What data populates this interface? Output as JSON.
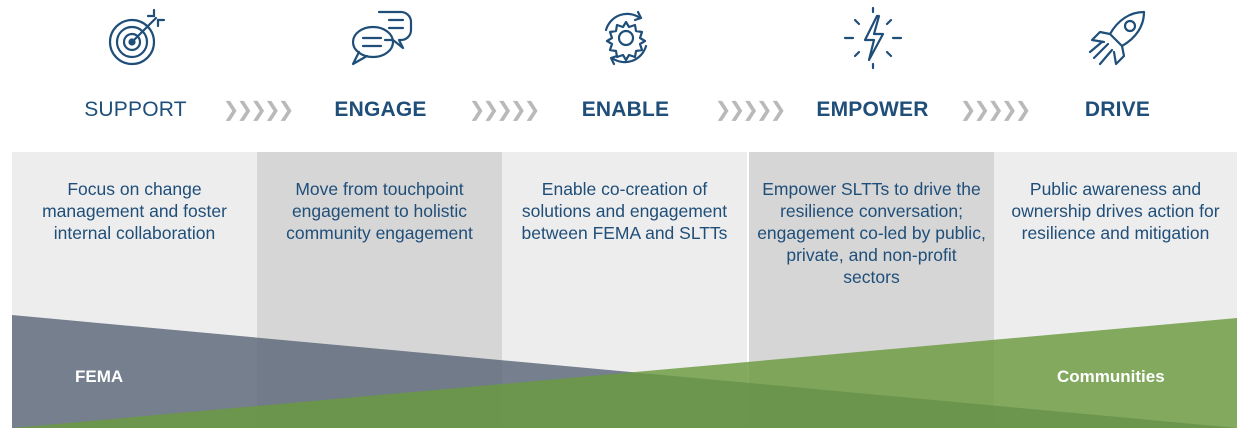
{
  "stages": [
    {
      "title": "SUPPORT",
      "icon": "target-arrow-icon",
      "description": "Focus on change management and foster internal collaboration"
    },
    {
      "title": "ENGAGE",
      "icon": "chat-bubbles-icon",
      "description": "Move from touchpoint engagement to holistic community engagement"
    },
    {
      "title": "ENABLE",
      "icon": "gear-cycle-icon",
      "description": "Enable co-creation of solutions and engagement between FEMA and SLTTs"
    },
    {
      "title": "EMPOWER",
      "icon": "lightning-bolt-icon",
      "description": "Empower SLTTs to drive the resilience conversation; engagement co-led by public, private, and non-profit sectors"
    },
    {
      "title": "DRIVE",
      "icon": "rocket-icon",
      "description": "Public awareness and ownership drives action for resilience and mitigation"
    }
  ],
  "separator": "❯❯❯❯❯",
  "bands": {
    "left_label": "FEMA",
    "right_label": "Communities",
    "left_color": "#5f6b7c",
    "right_color": "#6a9a3e"
  },
  "colors": {
    "title": "#1f4e79",
    "panel_light": "#ededed",
    "panel_dark": "#d6d6d6",
    "chevron": "#b9b9b9"
  }
}
